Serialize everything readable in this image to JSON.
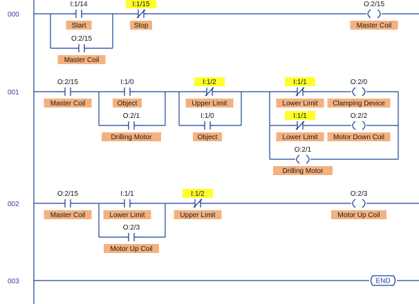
{
  "colors": {
    "wire": "#1e3f9b",
    "label_bg": "#f4b17f",
    "highlight": "#ffff29",
    "rung_number": "#2a3fa8"
  },
  "rungs": [
    {
      "number": "000",
      "elements": [
        {
          "id": "r0-start",
          "kind": "xic",
          "address": "I:1/14",
          "label": "Start",
          "highlight": false
        },
        {
          "id": "r0-stop",
          "kind": "xio",
          "address": "I:1/15",
          "label": "Stop",
          "highlight": true
        },
        {
          "id": "r0-seal",
          "kind": "xic",
          "address": "O:2/15",
          "label": "Master Coil",
          "highlight": false
        },
        {
          "id": "r0-coil",
          "kind": "ote",
          "address": "O:2/15",
          "label": "Master Coil",
          "highlight": false
        }
      ]
    },
    {
      "number": "001",
      "elements": [
        {
          "id": "r1-master",
          "kind": "xic",
          "address": "O:2/15",
          "label": "Master Coil",
          "highlight": false
        },
        {
          "id": "r1-object",
          "kind": "xic",
          "address": "I:1/0",
          "label": "Object",
          "highlight": false
        },
        {
          "id": "r1-drillseal",
          "kind": "xic",
          "address": "O:2/1",
          "label": "Drilling Motor",
          "highlight": false
        },
        {
          "id": "r1-upper",
          "kind": "xio",
          "address": "I:1/2",
          "label": "Upper Limit",
          "highlight": true
        },
        {
          "id": "r1-object2",
          "kind": "xic",
          "address": "I:1/0",
          "label": "Object",
          "highlight": false
        },
        {
          "id": "r1-lower1",
          "kind": "xio",
          "address": "I:1/1",
          "label": "Lower Limit",
          "highlight": true
        },
        {
          "id": "r1-clamp",
          "kind": "ote",
          "address": "O:2/0",
          "label": "Clamping Device",
          "highlight": false
        },
        {
          "id": "r1-lower2",
          "kind": "xio",
          "address": "I:1/1",
          "label": "Lower Limit",
          "highlight": true
        },
        {
          "id": "r1-mdown",
          "kind": "ote",
          "address": "O:2/2",
          "label": "Motor Down Coil",
          "highlight": false
        },
        {
          "id": "r1-drill",
          "kind": "ote",
          "address": "O:2/1",
          "label": "Drilling Motor",
          "highlight": false
        }
      ]
    },
    {
      "number": "002",
      "elements": [
        {
          "id": "r2-master",
          "kind": "xic",
          "address": "O:2/15",
          "label": "Master Coil",
          "highlight": false
        },
        {
          "id": "r2-lower",
          "kind": "xic",
          "address": "I:1/1",
          "label": "Lower Limit",
          "highlight": false
        },
        {
          "id": "r2-upseal",
          "kind": "xic",
          "address": "O:2/3",
          "label": "Motor Up Coil",
          "highlight": false
        },
        {
          "id": "r2-upper",
          "kind": "xio",
          "address": "I:1/2",
          "label": "Upper Limit",
          "highlight": true
        },
        {
          "id": "r2-coil",
          "kind": "ote",
          "address": "O:2/3",
          "label": "Motor Up Coil",
          "highlight": false
        }
      ]
    },
    {
      "number": "003",
      "elements": [
        {
          "id": "r3-end",
          "kind": "end",
          "label": "END"
        }
      ]
    }
  ]
}
